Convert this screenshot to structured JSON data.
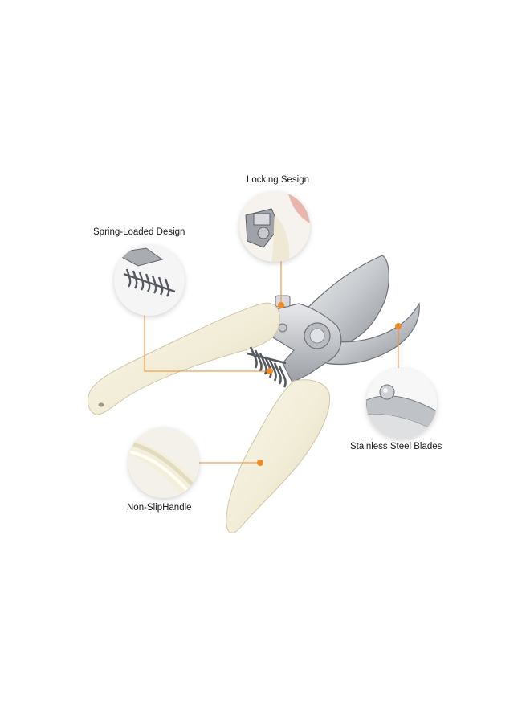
{
  "callouts": {
    "locking": "Locking Sesign",
    "spring": "Spring-Loaded Design",
    "blades": "Stainless Steel Blades",
    "handle": "Non-SlipHandle"
  },
  "colors": {
    "background": "#ffffff",
    "accent": "#f08a24",
    "handle": "#f1ecd7",
    "steel": "#c9ccd0",
    "steel_dark": "#7d8187"
  },
  "icons": {
    "bullet": "orange-dot-icon"
  }
}
